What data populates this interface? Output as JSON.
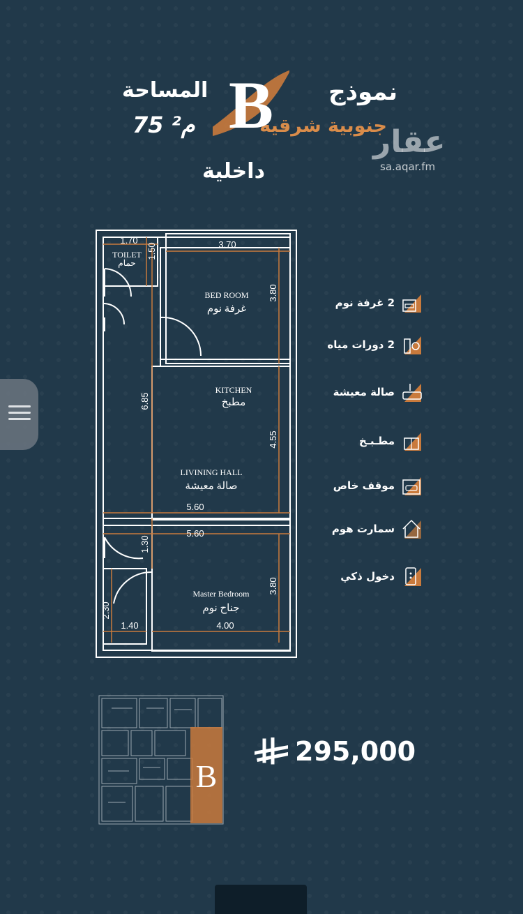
{
  "header": {
    "model_label": "نموذج",
    "model_letter": "B",
    "orientation": "جنوبية شرقية",
    "area_label": "المساحة",
    "area_value": "75 م²",
    "unit_type": "داخلية"
  },
  "watermark": {
    "logo_text": "عقار",
    "url": "sa.aqar.fm"
  },
  "floor_plan": {
    "rooms": {
      "toilet_en": "TOILET",
      "toilet_ar": "حمام",
      "bedroom_en": "BED ROOM",
      "bedroom_ar": "غرفة نوم",
      "kitchen_en": "KITCHEN",
      "kitchen_ar": "مطبخ",
      "living_en": "LIVINING HALL",
      "living_ar": "صالة معيشة",
      "master_en": "Master Bedroom",
      "master_ar": "جناح نوم"
    },
    "dimensions": {
      "toilet_w": "1.70",
      "toilet_h": "1.50",
      "bedroom_w": "3.70",
      "bedroom_h": "3.80",
      "total_h": "6.85",
      "living_h": "4.55",
      "living_w": "5.60",
      "entry_h": "1.30",
      "master_outer_w": "5.60",
      "master_h": "3.80",
      "bath2_h": "2.30",
      "bath2_w": "1.40",
      "master_w": "4.00"
    }
  },
  "features": [
    {
      "label": "2 غرفة نوم",
      "icon": "bedroom-icon"
    },
    {
      "label": "2 دورات مياه",
      "icon": "bathroom-icon"
    },
    {
      "label": "صالة معيشة",
      "icon": "living-room-icon"
    },
    {
      "label": "مطـبـخ",
      "icon": "kitchen-icon"
    },
    {
      "label": "موقف خاص",
      "icon": "parking-icon"
    },
    {
      "label": "سمارت هوم",
      "icon": "smart-home-icon"
    },
    {
      "label": "دخول ذكي",
      "icon": "smart-entry-icon"
    }
  ],
  "mini_plan": {
    "highlight_letter": "B"
  },
  "price": {
    "value": "295,000",
    "currency_icon": "saudi-riyal-icon"
  },
  "colors": {
    "background": "#21394a",
    "accent": "#d98c4a",
    "text": "#ffffff"
  }
}
